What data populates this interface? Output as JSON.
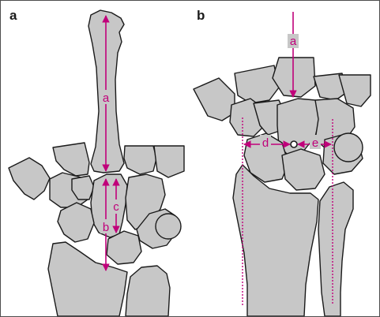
{
  "panels": [
    {
      "letter": "a",
      "labels": {
        "a": "a",
        "b": "b",
        "c": "c"
      }
    },
    {
      "letter": "b",
      "labels": {
        "a": "a",
        "d": "d",
        "e": "e"
      }
    }
  ],
  "colors": {
    "bone_fill": "#c7c7c7",
    "outline": "#1a1a1a",
    "measure": "#c0007a",
    "background": "#ffffff"
  }
}
